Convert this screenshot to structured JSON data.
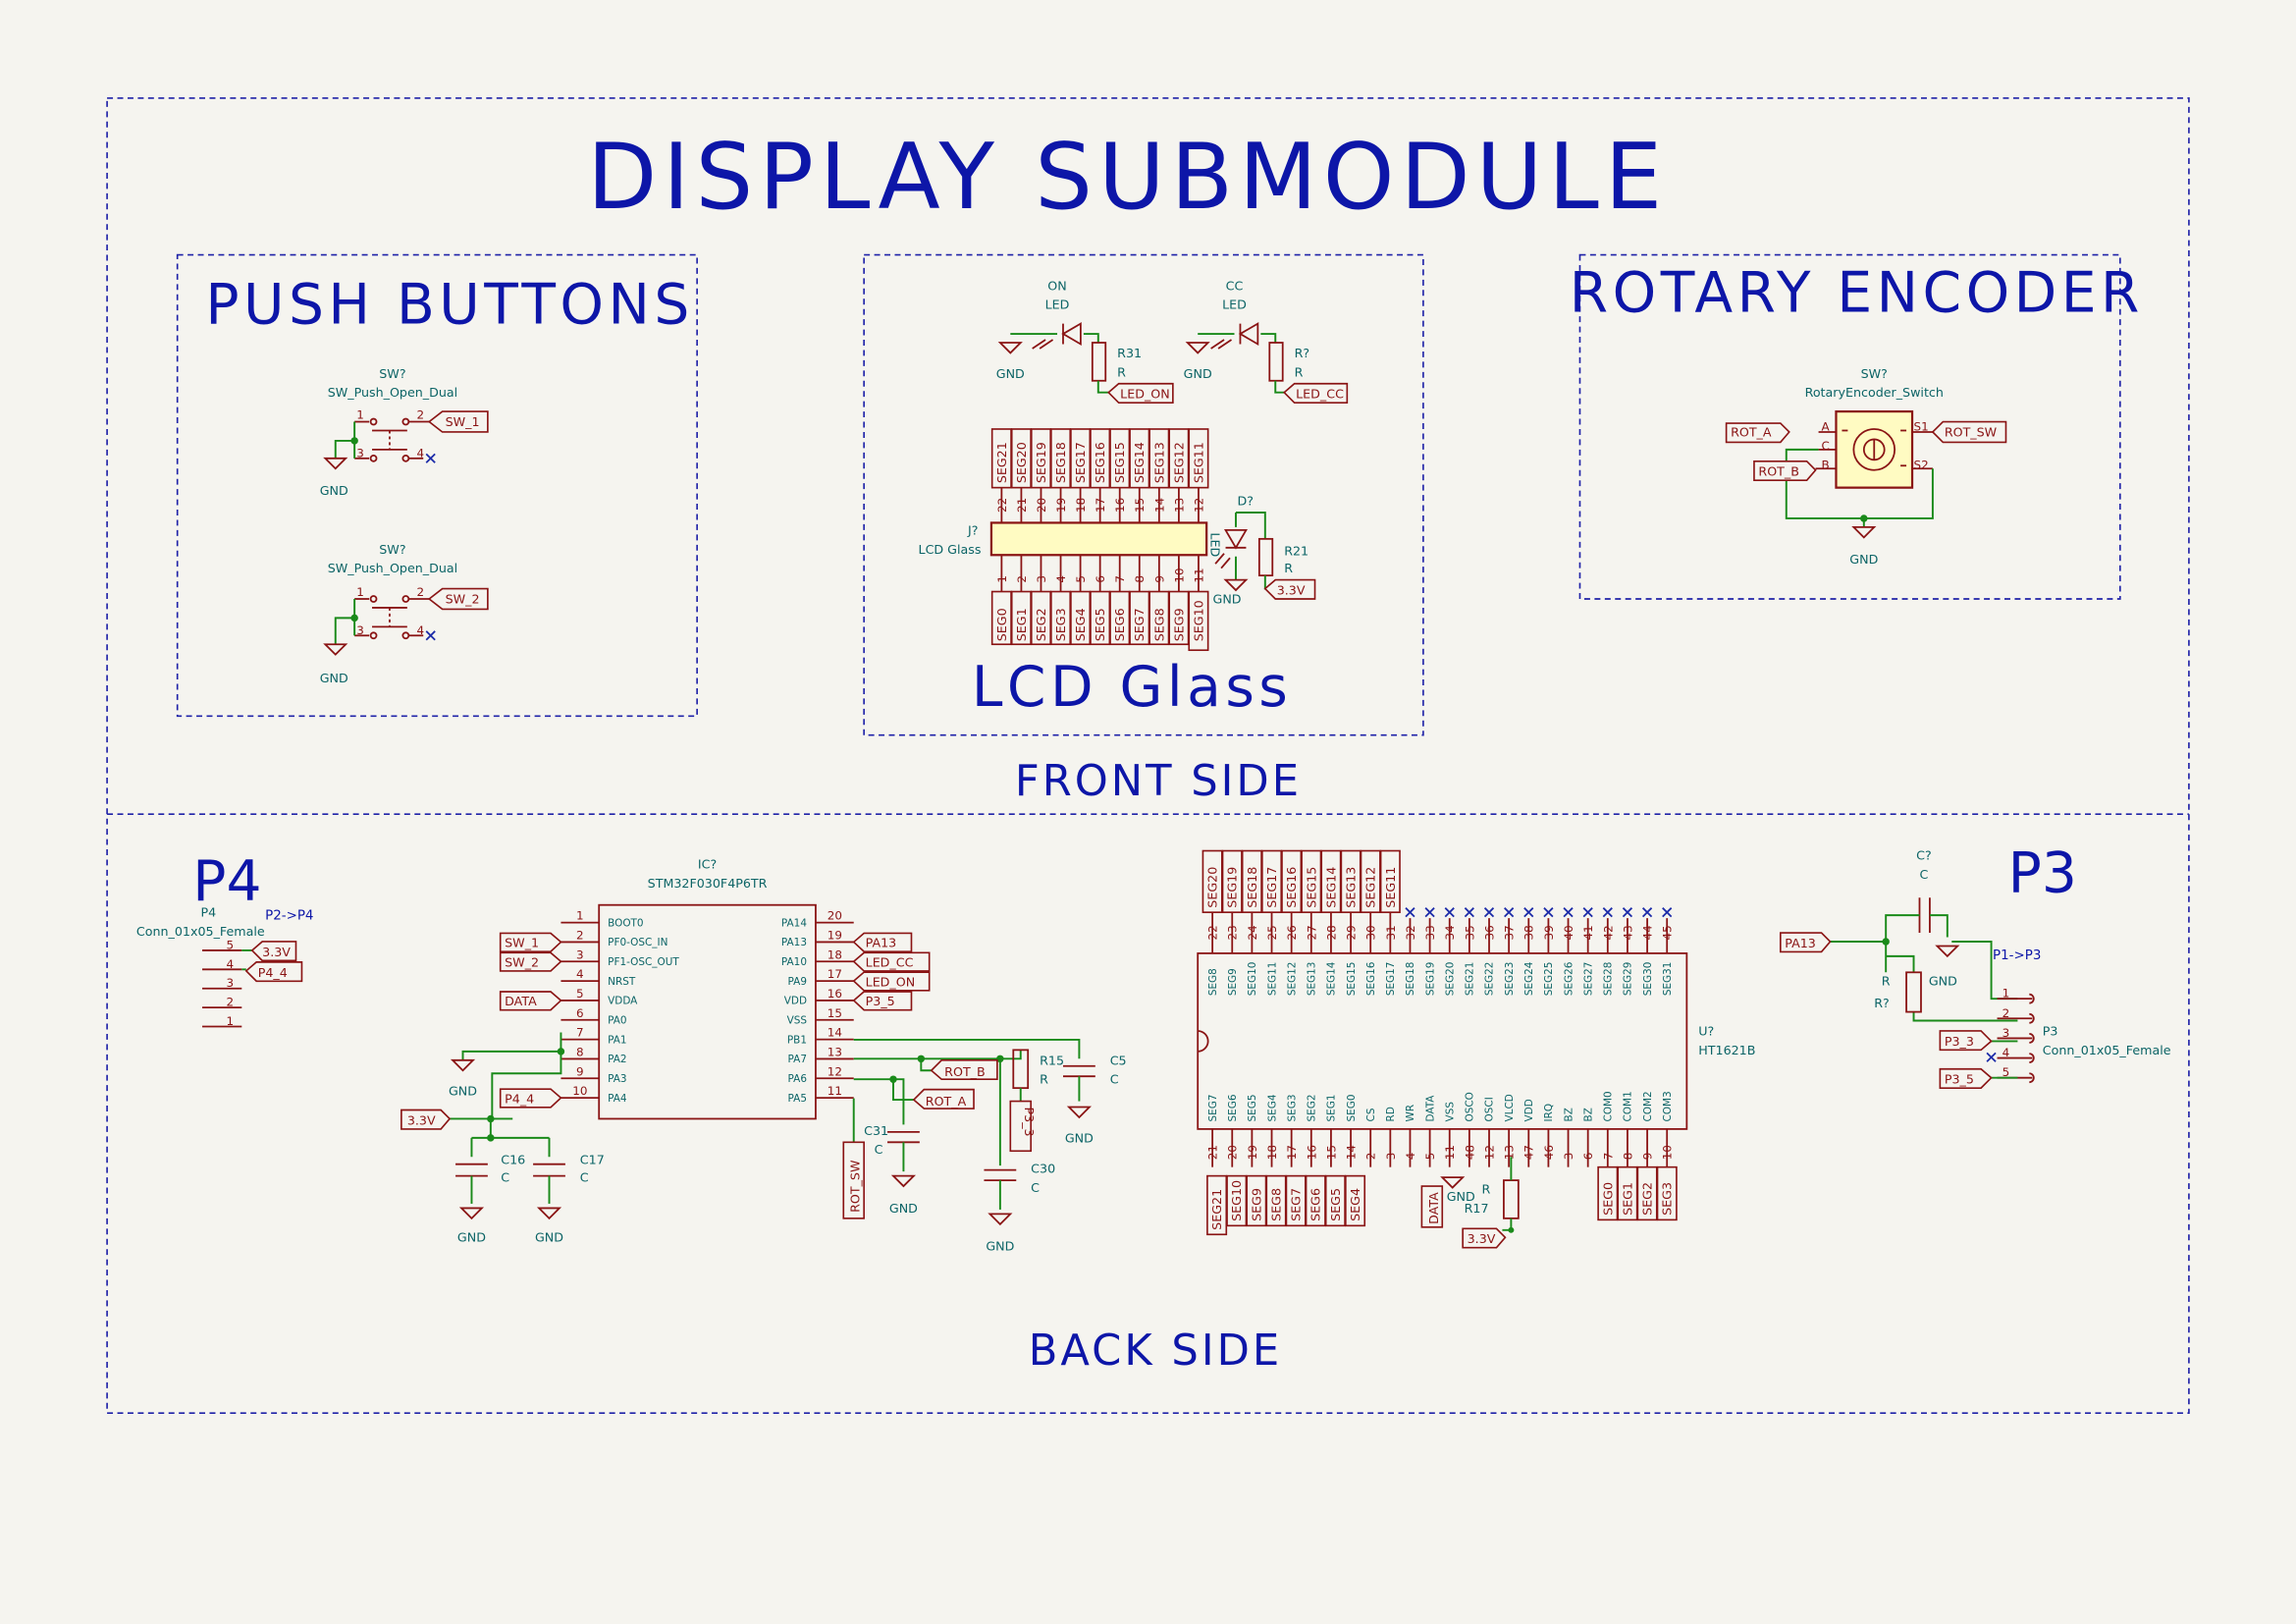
{
  "title": "DISPLAY SUBMODULE",
  "sections": {
    "push_buttons": "PUSH BUTTONS",
    "lcd_glass": "LCD Glass",
    "rotary_encoder": "ROTARY ENCODER",
    "front_side": "FRONT SIDE",
    "back_side": "BACK SIDE",
    "p4": "P4",
    "p3": "P3"
  },
  "push_buttons": {
    "sw1": {
      "ref": "SW?",
      "value": "SW_Push_Open_Dual",
      "pin1": "1",
      "pin2": "2",
      "pin3": "3",
      "pin4": "4",
      "net": "SW_1",
      "gnd": "GND"
    },
    "sw2": {
      "ref": "SW?",
      "value": "SW_Push_Open_Dual",
      "pin1": "1",
      "pin2": "2",
      "pin3": "3",
      "pin4": "4",
      "net": "SW_2",
      "gnd": "GND"
    }
  },
  "lcd": {
    "led_on": {
      "line1": "ON",
      "line2": "LED",
      "gnd": "GND",
      "rref": "R31",
      "rval": "R",
      "net": "LED_ON"
    },
    "led_cc": {
      "line1": "CC",
      "line2": "LED",
      "gnd": "GND",
      "rref": "R?",
      "rval": "R",
      "net": "LED_CC"
    },
    "conn": {
      "ref": "J?",
      "value": "LCD Glass"
    },
    "top_labels": [
      "SEG21",
      "SEG20",
      "SEG19",
      "SEG18",
      "SEG17",
      "SEG16",
      "SEG15",
      "SEG14",
      "SEG13",
      "SEG12",
      "SEG11"
    ],
    "top_pins": [
      "22",
      "21",
      "20",
      "19",
      "18",
      "17",
      "16",
      "15",
      "14",
      "13",
      "12"
    ],
    "bottom_pins": [
      "1",
      "2",
      "3",
      "4",
      "5",
      "6",
      "7",
      "8",
      "9",
      "10",
      "11"
    ],
    "bottom_labels": [
      "SEG0",
      "SEG1",
      "SEG2",
      "SEG3",
      "SEG4",
      "SEG5",
      "SEG6",
      "SEG7",
      "SEG8",
      "SEG9",
      "SEG10"
    ],
    "backlight": {
      "ref": "D?",
      "value": "LED",
      "gnd": "GND",
      "rref": "R21",
      "rval": "R",
      "net": "3.3V"
    }
  },
  "encoder": {
    "ref": "SW?",
    "value": "RotaryEncoder_Switch",
    "pin_a": "A",
    "pin_c": "C",
    "pin_b": "B",
    "pin_s1": "S1",
    "pin_s2": "S2",
    "net_a": "ROT_A",
    "net_b": "ROT_B",
    "net_sw": "ROT_SW",
    "gnd": "GND"
  },
  "p4": {
    "ref": "P4",
    "value": "Conn_01x05_Female",
    "note": "P2->P4",
    "pins": [
      "5",
      "4",
      "3",
      "2",
      "1"
    ],
    "nets": [
      "3.3V",
      "P4_4"
    ]
  },
  "mcu": {
    "ref": "IC?",
    "value": "STM32F030F4P6TR",
    "left": [
      {
        "num": "1",
        "name": "BOOT0",
        "net": ""
      },
      {
        "num": "2",
        "name": "PF0-OSC_IN",
        "net": "SW_1"
      },
      {
        "num": "3",
        "name": "PF1-OSC_OUT",
        "net": "SW_2"
      },
      {
        "num": "4",
        "name": "NRST",
        "net": ""
      },
      {
        "num": "5",
        "name": "VDDA",
        "net": "DATA"
      },
      {
        "num": "6",
        "name": "PA0",
        "net": ""
      },
      {
        "num": "7",
        "name": "PA1",
        "net": ""
      },
      {
        "num": "8",
        "name": "PA2",
        "net": ""
      },
      {
        "num": "9",
        "name": "PA3",
        "net": ""
      },
      {
        "num": "10",
        "name": "PA4",
        "net": "P4_4"
      }
    ],
    "right": [
      {
        "num": "20",
        "name": "PA14",
        "net": ""
      },
      {
        "num": "19",
        "name": "PA13",
        "net": "PA13"
      },
      {
        "num": "18",
        "name": "PA10",
        "net": "LED_CC"
      },
      {
        "num": "17",
        "name": "PA9",
        "net": "LED_ON"
      },
      {
        "num": "16",
        "name": "VDD",
        "net": "P3_5"
      },
      {
        "num": "15",
        "name": "VSS",
        "net": ""
      },
      {
        "num": "14",
        "name": "PB1",
        "net": ""
      },
      {
        "num": "13",
        "name": "PA7",
        "net": "ROT_B"
      },
      {
        "num": "12",
        "name": "PA6",
        "net": "ROT_A"
      },
      {
        "num": "11",
        "name": "PA5",
        "net": ""
      }
    ],
    "gnd": "GND",
    "supply": "3.3V",
    "c16": {
      "ref": "C16",
      "val": "C",
      "gnd": "GND"
    },
    "c17": {
      "ref": "C17",
      "val": "C",
      "gnd": "GND"
    },
    "c31": {
      "ref": "C31",
      "val": "C",
      "gnd": "GND"
    },
    "c30": {
      "ref": "C30",
      "val": "C",
      "gnd": "GND"
    },
    "c5": {
      "ref": "C5",
      "val": "C",
      "gnd": "GND"
    },
    "r15": {
      "ref": "R15",
      "val": "R",
      "net": "P3_3"
    },
    "rot_sw": "ROT_SW"
  },
  "ht": {
    "ref": "U?",
    "value": "HT1621B",
    "top_labels": [
      "SEG20",
      "SEG19",
      "SEG18",
      "SEG17",
      "SEG16",
      "SEG15",
      "SEG14",
      "SEG13",
      "SEG12",
      "SEG11"
    ],
    "top_pins": [
      "22",
      "23",
      "24",
      "25",
      "26",
      "27",
      "28",
      "29",
      "30",
      "31",
      "32",
      "33",
      "34",
      "35",
      "36",
      "37",
      "38",
      "39",
      "40",
      "41",
      "42",
      "43",
      "44",
      "45"
    ],
    "top_names": [
      "SEG8",
      "SEG9",
      "SEG10",
      "SEG11",
      "SEG12",
      "SEG13",
      "SEG14",
      "SEG15",
      "SEG16",
      "SEG17",
      "SEG18",
      "SEG19",
      "SEG20",
      "SEG21",
      "SEG22",
      "SEG23",
      "SEG24",
      "SEG25",
      "SEG26",
      "SEG27",
      "SEG28",
      "SEG29",
      "SEG30",
      "SEG31"
    ],
    "bottom_names": [
      "SEG7",
      "SEG6",
      "SEG5",
      "SEG4",
      "SEG3",
      "SEG2",
      "SEG1",
      "SEG0",
      "CS",
      "RD",
      "WR",
      "DATA",
      "VSS",
      "OSCO",
      "OSCI",
      "VLCD",
      "VDD",
      "IRQ",
      "BZ",
      "BZ",
      "COM0",
      "COM1",
      "COM2",
      "COM3"
    ],
    "bottom_pins": [
      "21",
      "20",
      "19",
      "18",
      "17",
      "16",
      "15",
      "14",
      "2",
      "3",
      "4",
      "5",
      "11",
      "48",
      "12",
      "13",
      "47",
      "46",
      "3",
      "6",
      "7",
      "8",
      "9",
      "10"
    ],
    "bottom_left_labels": [
      "SEG21",
      "SEG10",
      "SEG9",
      "SEG8",
      "SEG7",
      "SEG6",
      "SEG5",
      "SEG4"
    ],
    "bottom_right_labels": [
      "SEG0",
      "SEG1",
      "SEG2",
      "SEG3"
    ],
    "data_net": "DATA",
    "gnd": "GND",
    "r17": {
      "ref": "R17",
      "val": "R",
      "net": "3.3V"
    }
  },
  "p3": {
    "cap": {
      "ref": "C?",
      "val": "C"
    },
    "res": {
      "ref": "R?",
      "val": "R"
    },
    "pa13": "PA13",
    "gnd": "GND",
    "note": "P1->P3",
    "ref": "P3",
    "value": "Conn_01x05_Female",
    "pins": [
      "1",
      "2",
      "3",
      "4",
      "5"
    ],
    "nets": [
      "P3_3",
      "P3_5"
    ]
  }
}
